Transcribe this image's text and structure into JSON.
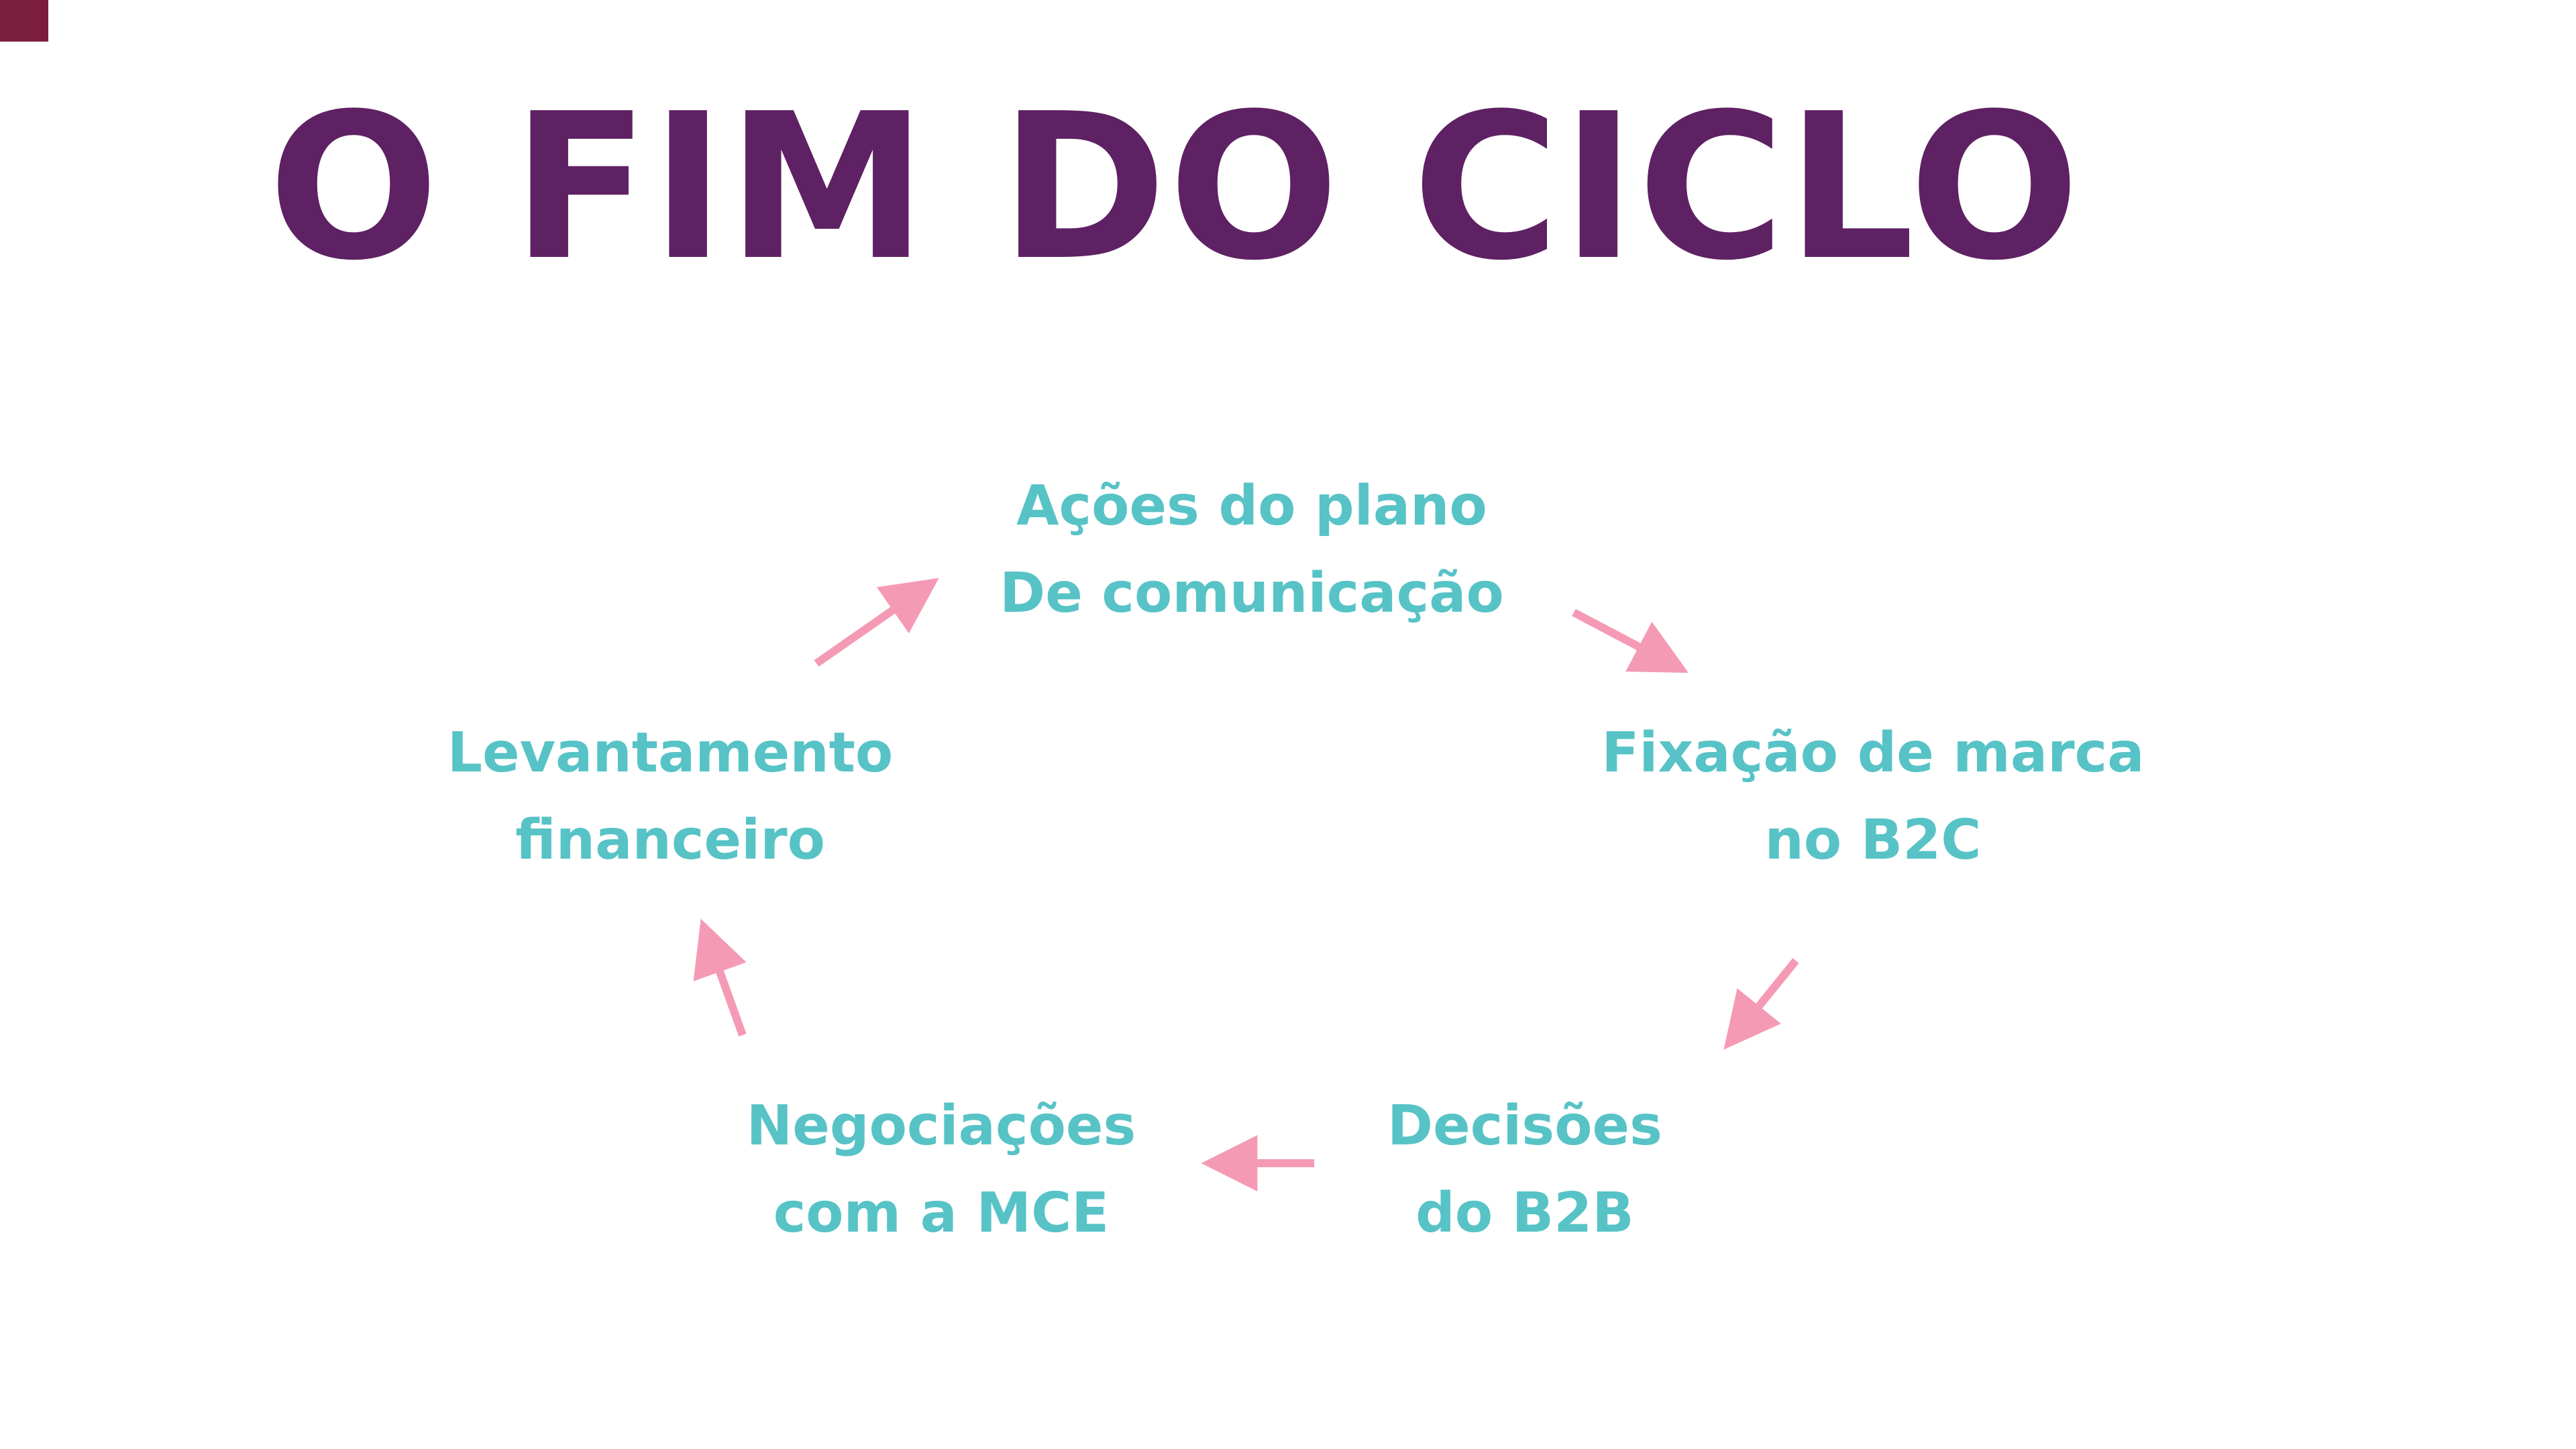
{
  "slide": {
    "title": "O FIM DO CICLO"
  },
  "cycle": {
    "nodes": [
      {
        "id": "acoes-plano",
        "position": "top",
        "lines": [
          "Ações do plano",
          "De comunicação"
        ]
      },
      {
        "id": "fixacao-marca",
        "position": "right",
        "lines": [
          "Fixação de marca",
          "no B2C"
        ]
      },
      {
        "id": "decisoes-b2b",
        "position": "bottom-right",
        "lines": [
          "Decisões",
          "do B2B"
        ]
      },
      {
        "id": "negociacoes",
        "position": "bottom-left",
        "lines": [
          "Negociações",
          "com a MCE"
        ]
      },
      {
        "id": "levantamento",
        "position": "left",
        "lines": [
          "Levantamento",
          "financeiro"
        ]
      }
    ],
    "arrows": [
      {
        "from": "levantamento",
        "to": "acoes-plano"
      },
      {
        "from": "acoes-plano",
        "to": "fixacao-marca"
      },
      {
        "from": "fixacao-marca",
        "to": "decisoes-b2b"
      },
      {
        "from": "decisoes-b2b",
        "to": "negociacoes"
      },
      {
        "from": "negociacoes",
        "to": "levantamento"
      }
    ]
  },
  "colors": {
    "title": "#5e2163",
    "node_text": "#57c3c6",
    "arrow": "#f59ab5",
    "corner_accent": "#7b1e3e",
    "background": "#ffffff"
  }
}
